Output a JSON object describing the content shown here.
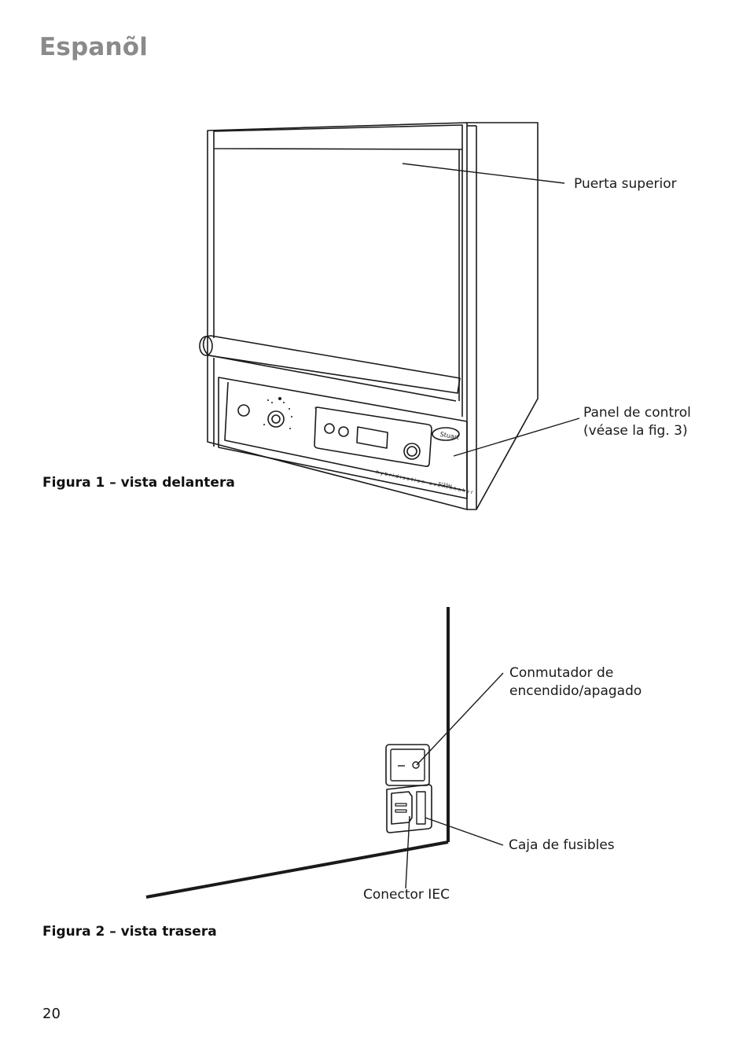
{
  "page": {
    "title": "Espanõl",
    "page_number": "20"
  },
  "figure1": {
    "caption": "Figura 1 – vista delantera",
    "labels": {
      "top_door": "Puerta superior",
      "control_panel_line1": "Panel de control",
      "control_panel_line2": "(véase la fig. 3)"
    },
    "panel_text": {
      "brand": "Stuart",
      "product": "hybridisation oven/shaker",
      "model": "SI30H"
    }
  },
  "figure2": {
    "caption": "Figura 2 – vista trasera",
    "labels": {
      "switch_line1": "Conmutador de",
      "switch_line2": "encendido/apagado",
      "fuse_box": "Caja de fusibles",
      "iec_connector": "Conector IEC"
    }
  }
}
